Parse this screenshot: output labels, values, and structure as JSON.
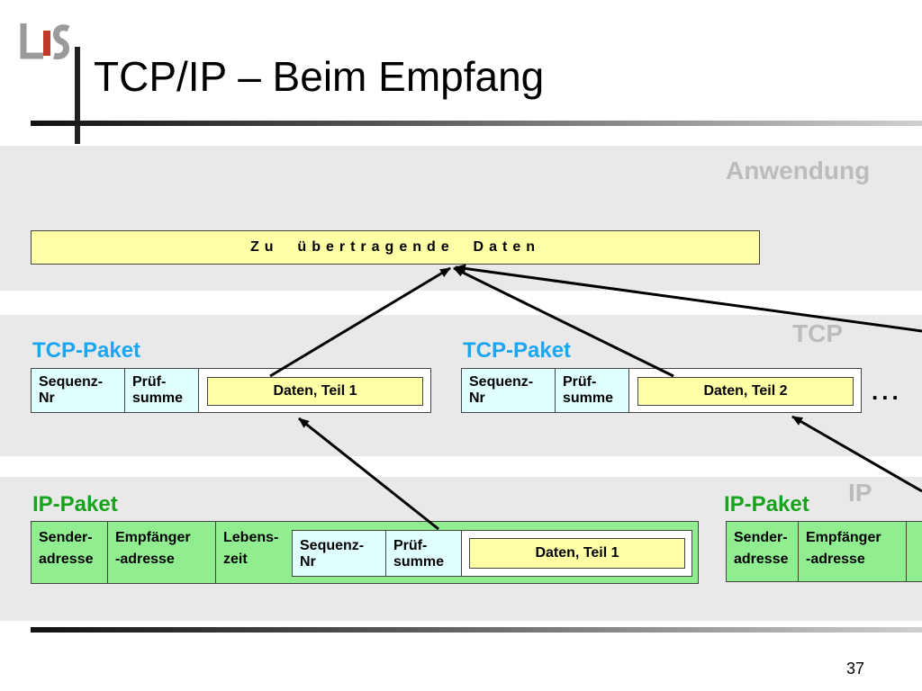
{
  "slide": {
    "logo_text": "LiS",
    "title": "TCP/IP – Beim Empfang",
    "page_number": "37"
  },
  "layers": {
    "application": "Anwendung",
    "tcp": "TCP",
    "ip": "IP"
  },
  "data_bar": "Zu  übertragende  Daten",
  "tcp_packets": [
    {
      "title": "TCP-Paket",
      "seq": "Sequenz-\nNr",
      "checksum": "Prüf-\nsumme",
      "data": "Daten, Teil 1"
    },
    {
      "title": "TCP-Paket",
      "seq": "Sequenz-\nNr",
      "checksum": "Prüf-\nsumme",
      "data": "Daten, Teil 2"
    }
  ],
  "ellipsis": "...",
  "ip_packets": [
    {
      "title": "IP-Paket",
      "sender": "Sender-\nadresse",
      "receiver": "Empfänger\n-adresse",
      "ttl": "Lebens-\nzeit",
      "inner_tcp": {
        "seq": "Sequenz-\nNr",
        "checksum": "Prüf-\nsumme",
        "data": "Daten, Teil 1"
      }
    },
    {
      "title": "IP-Paket",
      "sender": "Sender-\nadresse",
      "receiver": "Empfänger\n-adresse"
    }
  ],
  "colors": {
    "tcp_title": "#1aa6f2",
    "ip_title": "#18a31d",
    "data_fill": "#ffffa6",
    "header_cell_fill": "#e0ffff",
    "ip_fill": "#90ee90",
    "layer_band": "#e9e9e9",
    "layer_label": "#bcbcbc"
  }
}
